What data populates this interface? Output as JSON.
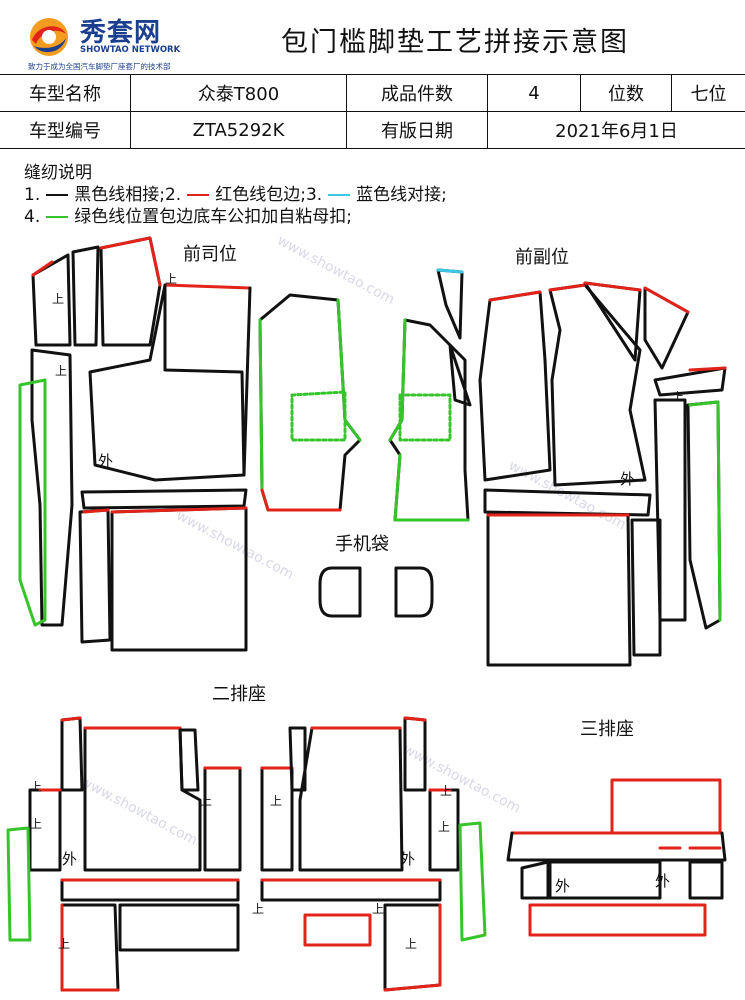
{
  "header": {
    "logo_name": "秀套网",
    "logo_en": "SHOWTAO NETWORK",
    "logo_tagline": "致力于成为全国汽车脚垫厂座套厂的技术部",
    "title": "包门槛脚垫工艺拼接示意图"
  },
  "info": {
    "model_name_label": "车型名称",
    "model_name": "众泰T800",
    "pieces_label": "成品件数",
    "pieces": "4",
    "seats_label": "位数",
    "seats": "七位",
    "model_code_label": "车型编号",
    "model_code": "ZTA5292K",
    "date_label": "有版日期",
    "date": "2021年6月1日"
  },
  "notes": {
    "title": "缝纫说明",
    "n1_num": "1.",
    "n1_text": "黑色线相接;",
    "n2_num": "2.",
    "n2_text": "红色线包边;",
    "n3_num": "3.",
    "n3_text": "蓝色线对接;",
    "n4_num": "4.",
    "n4_text": "绿色线位置包边底车公扣加自粘母扣;"
  },
  "colors": {
    "black_line": "#111111",
    "red_line": "#e2231a",
    "blue_line": "#3cc7e6",
    "green_line": "#35c52a",
    "brand": "#1b3f8f"
  },
  "sections": {
    "front_driver": "前司位",
    "front_passenger": "前副位",
    "phone_pocket": "手机袋",
    "second_row": "二排座",
    "third_row": "三排座"
  },
  "marks": {
    "outer": "外",
    "up": "上"
  },
  "watermark": "www.showtao.com"
}
